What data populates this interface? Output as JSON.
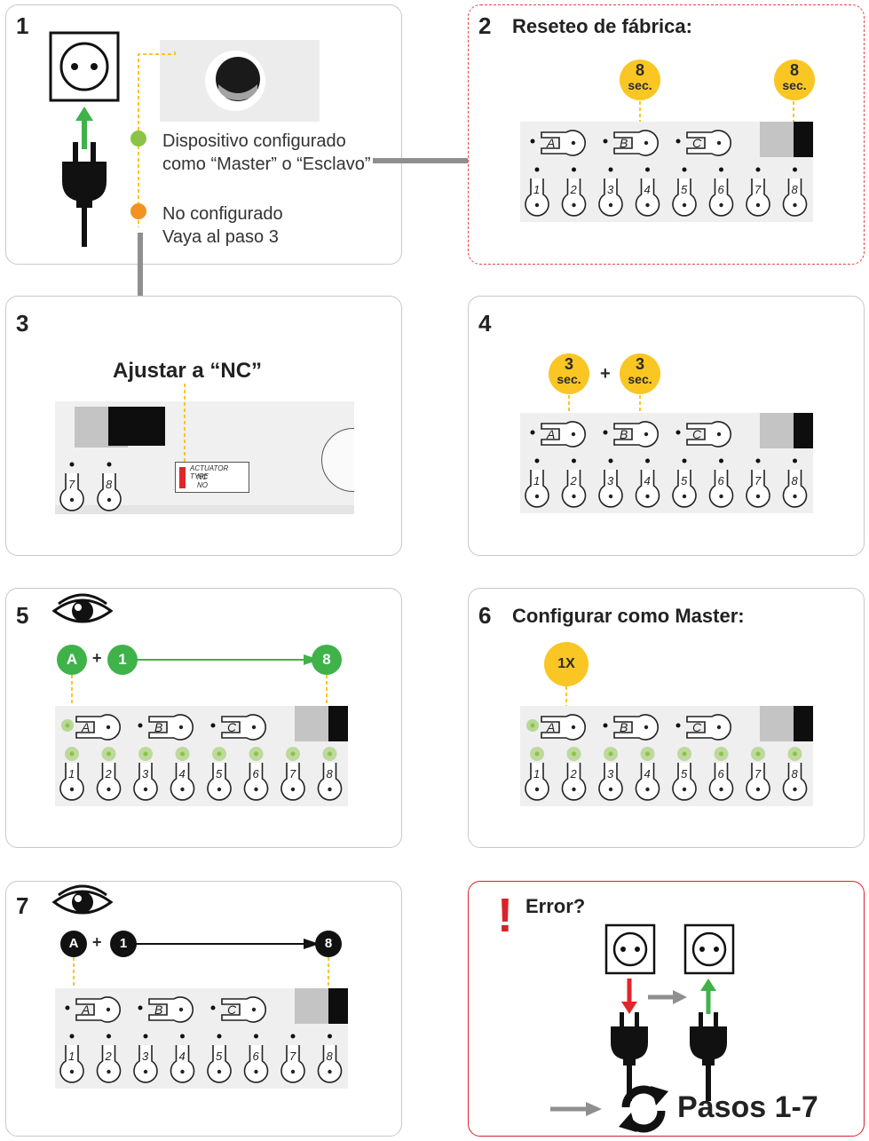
{
  "steps": {
    "s1": {
      "num": "1",
      "status_configured": "Dispositivo configurado",
      "status_configured_2": "como “Master” o “Esclavo”",
      "status_unconfigured": "No configurado",
      "status_unconfigured_2": "Vaya al paso 3"
    },
    "s2": {
      "num": "2",
      "title": "Reseteo de fábrica:",
      "badge_num": "8",
      "badge_unit": "sec."
    },
    "s3": {
      "num": "3",
      "title": "Ajustar a  “NC”",
      "switch_title": "ACTUATOR TYPE",
      "switch_nc": "NC",
      "switch_no": "NO"
    },
    "s4": {
      "num": "4",
      "badge_num": "3",
      "badge_unit": "sec.",
      "plus": "+"
    },
    "s5": {
      "num": "5",
      "led_a": "A",
      "led_1": "1",
      "led_8": "8",
      "plus": "+"
    },
    "s6": {
      "num": "6",
      "title": "Configurar como Master:",
      "badge": "1X"
    },
    "s7": {
      "num": "7",
      "led_a": "A",
      "led_1": "1",
      "led_8": "8",
      "plus": "+"
    },
    "error": {
      "mark": "!",
      "title": "Error?",
      "pasos": "Pasos 1-7"
    }
  },
  "device": {
    "top_buttons": [
      "A",
      "B",
      "C"
    ],
    "bottom_buttons": [
      "1",
      "2",
      "3",
      "4",
      "5",
      "6",
      "7",
      "8"
    ],
    "s3_buttons": [
      "7",
      "8"
    ]
  },
  "colors": {
    "green": "#3fb24a",
    "led_green": "#8bc34a",
    "orange": "#f29222",
    "yellow": "#f9c623",
    "red": "#d8232a",
    "gray_arrow": "#8f8f8f"
  }
}
